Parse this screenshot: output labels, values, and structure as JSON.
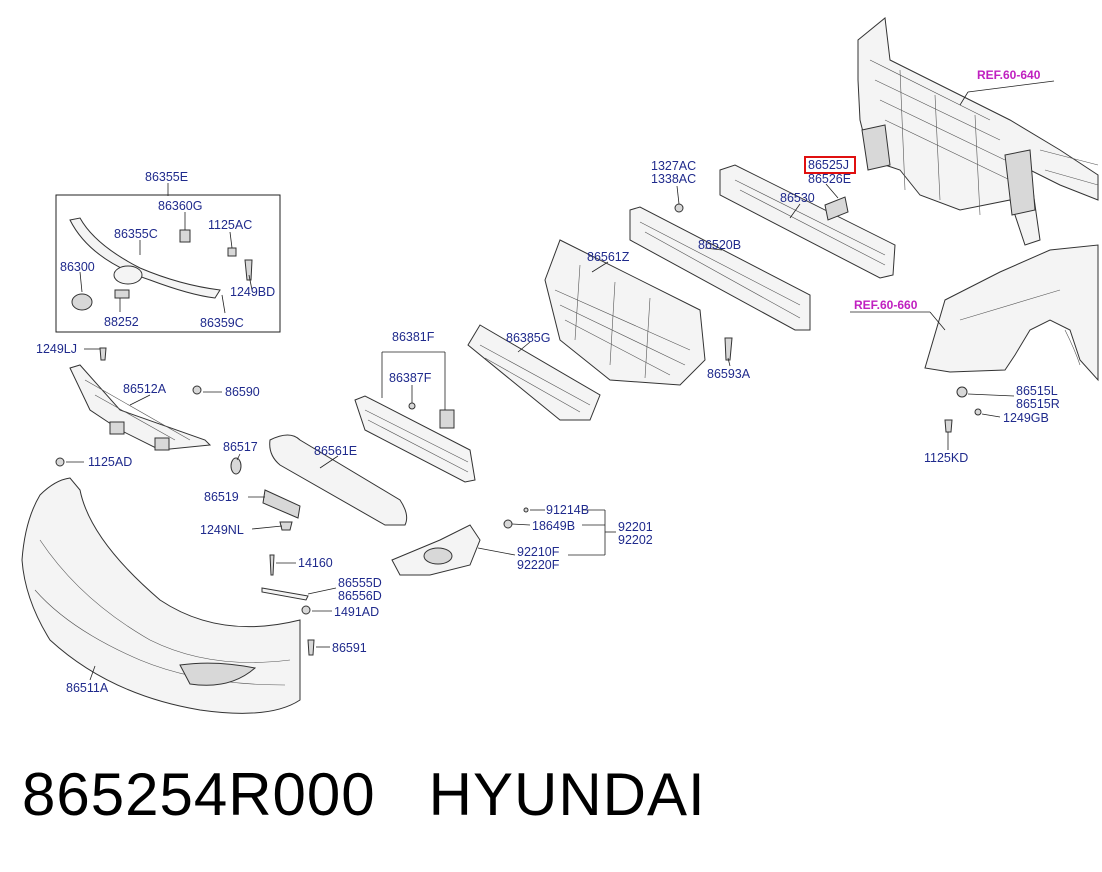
{
  "labels": {
    "l86355E": "86355E",
    "l86360G": "86360G",
    "l86355C": "86355C",
    "l1125AC": "1125AC",
    "l86300": "86300",
    "l1249BD": "1249BD",
    "l88252": "88252",
    "l86359C": "86359C",
    "l1249LJ": "1249LJ",
    "l86512A": "86512A",
    "l86590": "86590",
    "l1125AD": "1125AD",
    "l86517": "86517",
    "l86519": "86519",
    "l1249NL": "1249NL",
    "l86561E": "86561E",
    "l86381F": "86381F",
    "l86387F": "86387F",
    "l86385G": "86385G",
    "l86561Z": "86561Z",
    "l86520B": "86520B",
    "l86593A": "86593A",
    "l1327AC": "1327AC",
    "l1338AC": "1338AC",
    "l86525J": "86525J",
    "l86526E": "86526E",
    "l86530": "86530",
    "lRef640": "REF.60-640",
    "lRef660": "REF.60-660",
    "l86515L": "86515L",
    "l86515R": "86515R",
    "l1249GB": "1249GB",
    "l1125KD": "1125KD",
    "l91214B": "91214B",
    "l18649B": "18649B",
    "l92201": "92201",
    "l92202": "92202",
    "l92210F": "92210F",
    "l92220F": "92220F",
    "l14160": "14160",
    "l86555D": "86555D",
    "l86556D": "86556D",
    "l1491AD": "1491AD",
    "l86591": "86591",
    "l86511A": "86511A"
  },
  "footer": {
    "part_number": "865254R000",
    "brand": "HYUNDAI"
  },
  "colors": {
    "label": "#1f2a8c",
    "reference": "#c020c0",
    "highlight_box": "#e01010"
  }
}
